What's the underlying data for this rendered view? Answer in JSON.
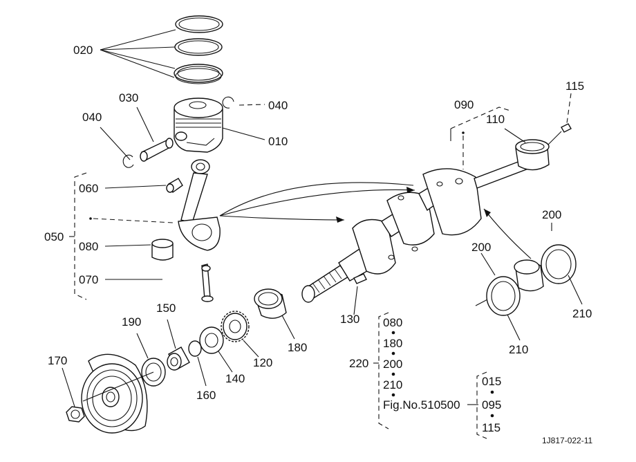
{
  "diagram": {
    "doc_code": "1J817-022-11",
    "callouts": {
      "c010": "010",
      "c020": "020",
      "c030": "030",
      "c040a": "040",
      "c040b": "040",
      "c050": "050",
      "c060": "060",
      "c070": "070",
      "c080": "080",
      "c090": "090",
      "c110": "110",
      "c115": "115",
      "c120": "120",
      "c130": "130",
      "c140": "140",
      "c150": "150",
      "c160": "160",
      "c170": "170",
      "c180": "180",
      "c190": "190",
      "c200a": "200",
      "c200b": "200",
      "c210a": "210",
      "c210b": "210"
    },
    "kit_220": {
      "label": "220",
      "items": [
        "080",
        "180",
        "200",
        "210",
        "Fig.No.510500"
      ]
    },
    "kit_fig": {
      "items": [
        "015",
        "095",
        "115"
      ]
    }
  }
}
